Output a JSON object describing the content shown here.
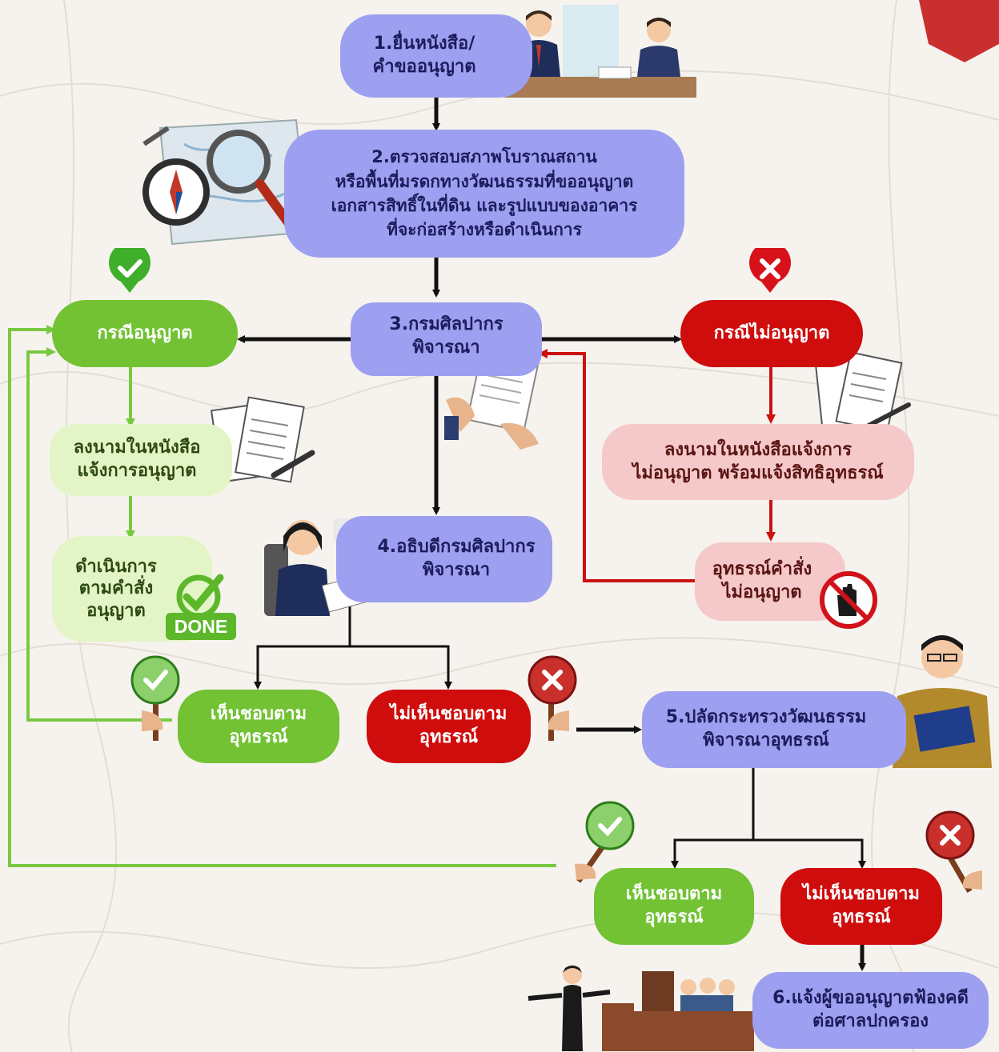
{
  "steps": {
    "s1": "1.ยื่นหนังสือ/\nคำขออนุญาต",
    "s2": "2.ตรวจสอบสภาพโบราณสถาน\nหรือพื้นที่มรดกทางวัฒนธรรมที่ขออนุญาต\nเอกสารสิทธิ์ในที่ดิน และรูปแบบของอาคาร\nที่จะก่อสร้างหรือดำเนินการ",
    "s3": "3.กรมศิลปากร\nพิจารณา",
    "s4": "4.อธิบดีกรมศิลปากร\nพิจารณา",
    "s5": "5.ปลัดกระทรวงวัฒนธรรม\nพิจารณาอุทธรณ์",
    "s6": "6.แจ้งผู้ขออนุญาตฟ้องคดี\nต่อศาลปกครอง"
  },
  "approve": {
    "title": "กรณีอนุญาต",
    "sign": "ลงนามในหนังสือ\nแจ้งการอนุญาต",
    "act": "ดำเนินการ\nตามคำสั่ง\nอนุญาต",
    "done": "DONE"
  },
  "deny": {
    "title": "กรณีไม่อนุญาต",
    "sign": "ลงนามในหนังสือแจ้งการ\nไม่อนุญาต พร้อมแจ้งสิทธิอุทธรณ์",
    "appeal": "อุทธรณ์คำสั่ง\nไม่อนุญาต"
  },
  "decision4": {
    "agree": "เห็นชอบตาม\nอุทธรณ์",
    "disagree": "ไม่เห็นชอบตาม\nอุทธรณ์"
  },
  "decision5": {
    "agree": "เห็นชอบตาม\nอุทธรณ์",
    "disagree": "ไม่เห็นชอบตาม\nอุทธรณ์"
  },
  "colors": {
    "blue": "#9d9ff0",
    "green": "#72c234",
    "light_green": "#e3f5c6",
    "red": "#cf0d0d",
    "pink": "#f5c9c9",
    "line_black": "#111111",
    "line_green": "#7ac943",
    "line_red": "#cc1111"
  },
  "icons": [
    "check-icon",
    "cross-icon",
    "compass-map-icon",
    "meeting-icon",
    "document-hand-icon",
    "officer-icon",
    "stop-hand-icon",
    "court-icon",
    "papers-icon"
  ]
}
